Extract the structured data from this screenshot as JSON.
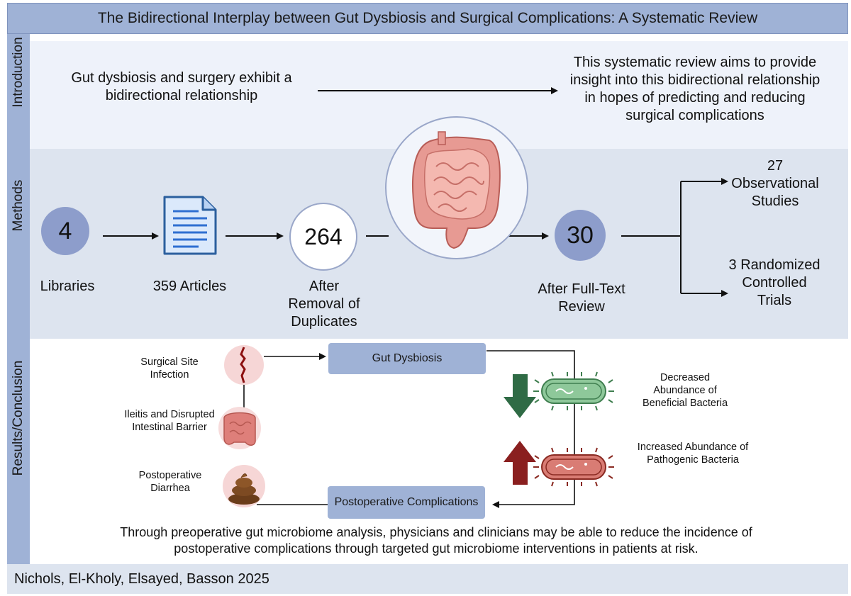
{
  "title": "The Bidirectional Interplay between Gut Dysbiosis and Surgical Complications: A Systematic Review",
  "sections": {
    "introduction": "Introduction",
    "methods": "Methods",
    "results": "Results/Conclusion"
  },
  "introduction": {
    "left_text": "Gut dysbiosis and surgery exhibit a bidirectional relationship",
    "right_text": "This systematic review aims to provide insight into this bidirectional relationship in hopes of predicting and reducing surgical complications"
  },
  "methods": {
    "libraries_count": "4",
    "libraries_label": "Libraries",
    "articles_label": "359 Articles",
    "duplicates_count": "264",
    "duplicates_label": "After Removal of Duplicates",
    "fulltext_count": "30",
    "fulltext_label": "After Full-Text Review",
    "observational_label": "27 Observational Studies",
    "randomized_label": "3 Randomized Controlled Trials"
  },
  "results": {
    "ssi_label": "Surgical Site Infection",
    "ileitis_label": "Ileitis and Disrupted Intestinal Barrier",
    "diarrhea_label": "Postoperative Diarrhea",
    "gut_dysbiosis_box": "Gut Dysbiosis",
    "postop_box": "Postoperative Complications",
    "decreased_label": "Decreased Abundance of Beneficial Bacteria",
    "increased_label": "Increased Abundance of Pathogenic Bacteria",
    "conclusion": "Through preoperative gut microbiome analysis, physicians and clinicians may be able to reduce the incidence of postoperative complications through targeted gut microbiome interventions in patients at risk."
  },
  "footer": "Nichols, El-Kholy, Elsayed, Basson 2025",
  "colors": {
    "header_blue": "#9fb2d6",
    "stat_circle": "#8d9dcb",
    "down_arrow_green": "#2f6b45",
    "up_arrow_red": "#8a1f1f",
    "beneficial_bacteria": "#8ec89a",
    "pathogenic_bacteria": "#d97c74"
  },
  "icons": [
    "document-icon",
    "intestine-icon",
    "wound-icon",
    "colon-icon",
    "stool-icon",
    "bacteria-icon",
    "down-arrow-icon",
    "up-arrow-icon"
  ]
}
